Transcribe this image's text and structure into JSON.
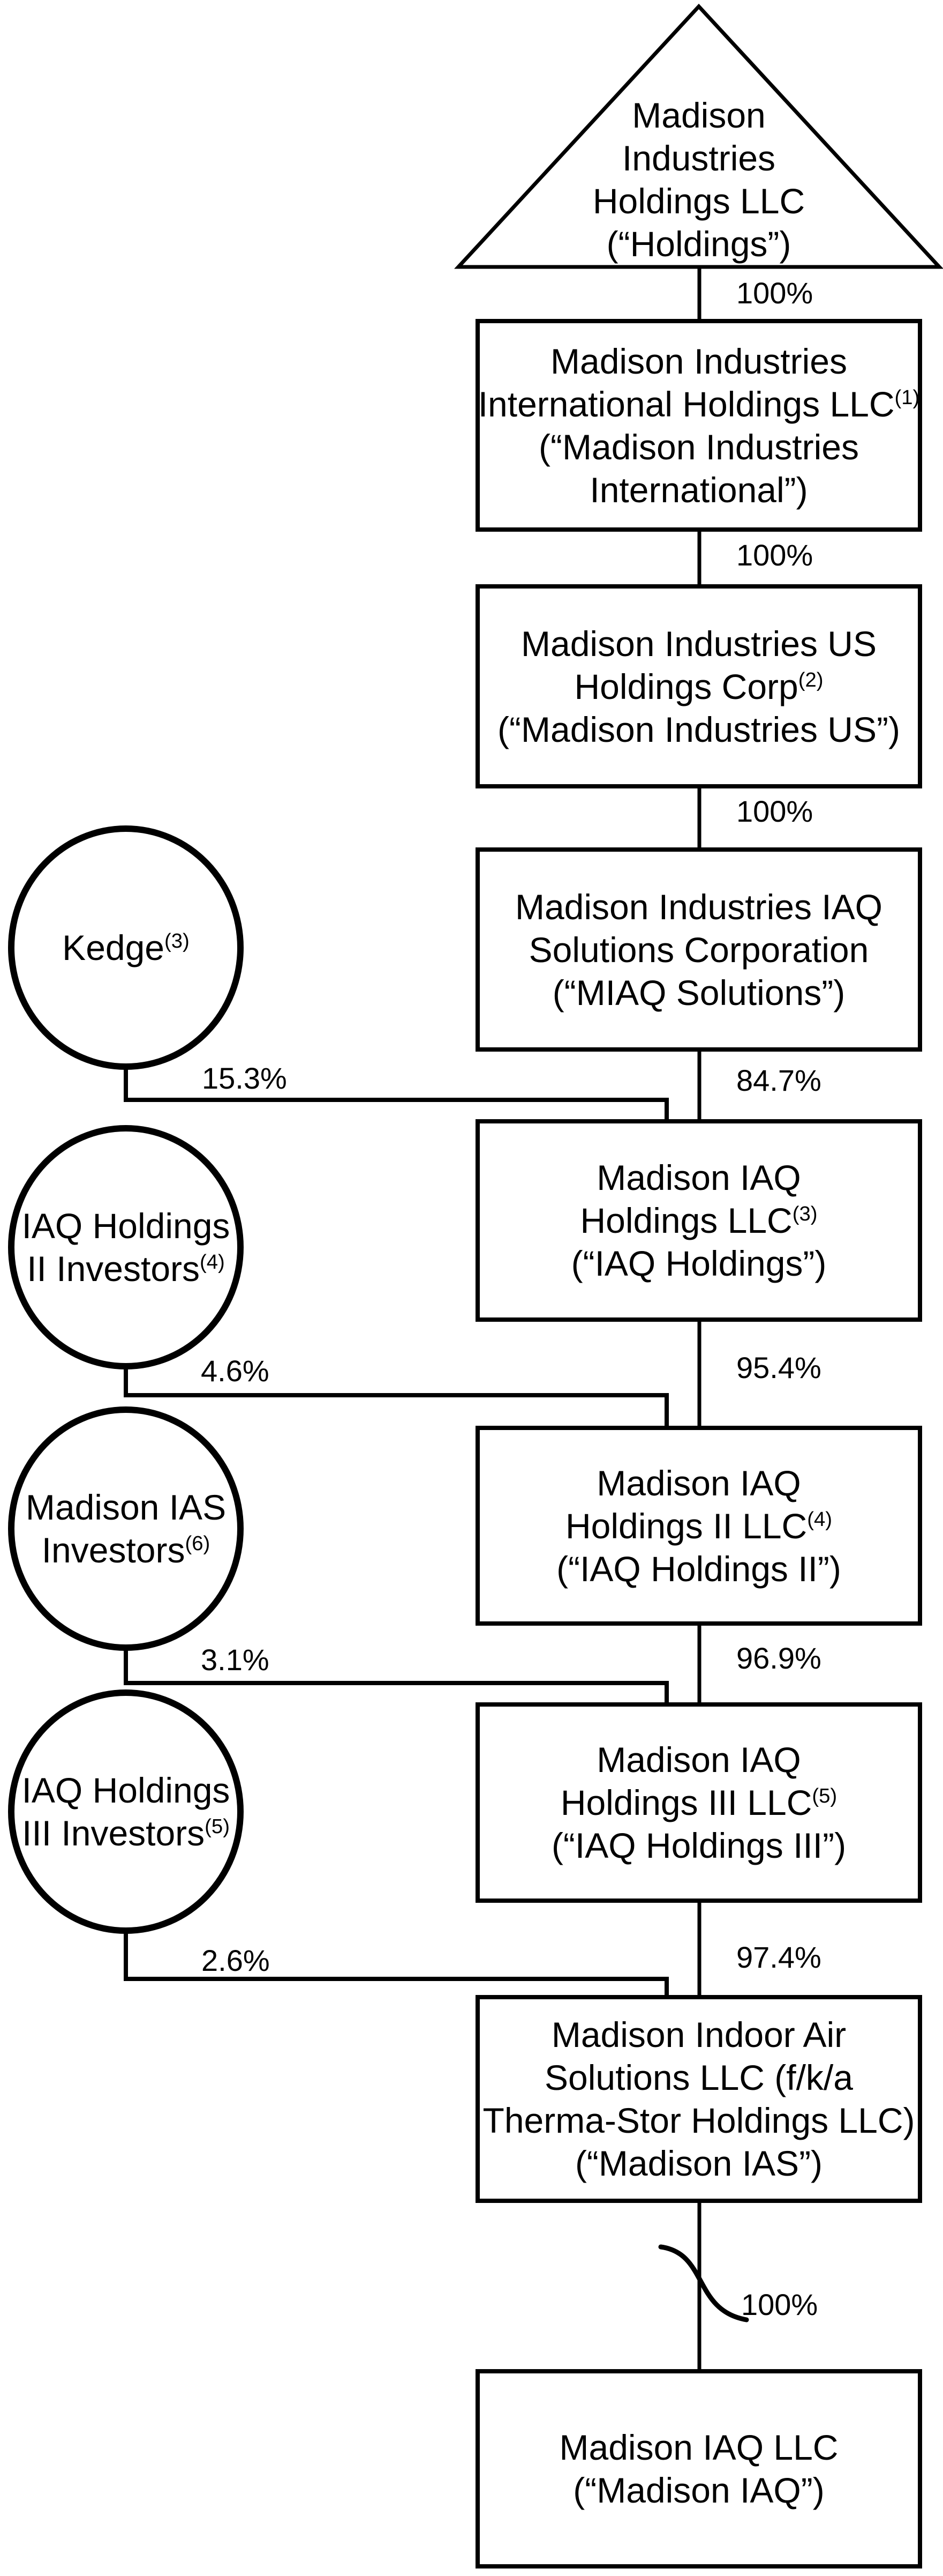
{
  "diagram": {
    "type": "corporate-ownership-structure",
    "colors": {
      "ink": "#000000",
      "paper": "#ffffff"
    },
    "nodes": {
      "holdings": {
        "shape": "triangle",
        "lines": [
          {
            "text": "Madison"
          },
          {
            "text": "Industries"
          },
          {
            "text": "Holdings LLC"
          },
          {
            "text": "(“Holdings”)"
          }
        ]
      },
      "madison_industries_international": {
        "shape": "rect",
        "lines": [
          {
            "text": "Madison Industries"
          },
          {
            "text": "International Holdings LLC",
            "sup": "(1)"
          },
          {
            "text": "(“Madison Industries"
          },
          {
            "text": "International”)"
          }
        ]
      },
      "madison_industries_us": {
        "shape": "rect",
        "lines": [
          {
            "text": "Madison Industries US"
          },
          {
            "text": "Holdings Corp",
            "sup": "(2)"
          },
          {
            "text": "(“Madison Industries US”)"
          }
        ]
      },
      "miaq_solutions": {
        "shape": "rect",
        "lines": [
          {
            "text": "Madison Industries IAQ"
          },
          {
            "text": "Solutions Corporation"
          },
          {
            "text": "(“MIAQ Solutions”)"
          }
        ]
      },
      "iaq_holdings": {
        "shape": "rect",
        "lines": [
          {
            "text": "Madison IAQ"
          },
          {
            "text": "Holdings LLC",
            "sup": "(3)"
          },
          {
            "text": "(“IAQ Holdings”)"
          }
        ]
      },
      "iaq_holdings_ii": {
        "shape": "rect",
        "lines": [
          {
            "text": "Madison IAQ"
          },
          {
            "text": "Holdings II LLC",
            "sup": "(4)"
          },
          {
            "text": "(“IAQ Holdings II”)"
          }
        ]
      },
      "iaq_holdings_iii": {
        "shape": "rect",
        "lines": [
          {
            "text": "Madison IAQ"
          },
          {
            "text": "Holdings III LLC",
            "sup": "(5)"
          },
          {
            "text": "(“IAQ Holdings III”)"
          }
        ]
      },
      "madison_ias": {
        "shape": "rect",
        "lines": [
          {
            "text": "Madison Indoor Air"
          },
          {
            "text": "Solutions LLC (f/k/a"
          },
          {
            "text": "Therma-Stor Holdings LLC)"
          },
          {
            "text": "(“Madison IAS”)"
          }
        ]
      },
      "madison_iaq": {
        "shape": "rect",
        "lines": [
          {
            "text": "Madison IAQ LLC"
          },
          {
            "text": "(“Madison IAQ”)"
          }
        ]
      },
      "kedge": {
        "shape": "ellipse",
        "lines": [
          {
            "text": "Kedge",
            "sup": "(3)"
          }
        ]
      },
      "iaq_holdings_ii_investors": {
        "shape": "ellipse",
        "lines": [
          {
            "text": "IAQ Holdings"
          },
          {
            "text": "II Investors",
            "sup": "(4)"
          }
        ]
      },
      "madison_ias_investors": {
        "shape": "ellipse",
        "lines": [
          {
            "text": "Madison IAS"
          },
          {
            "text": "Investors",
            "sup": "(6)"
          }
        ]
      },
      "iaq_holdings_iii_investors": {
        "shape": "ellipse",
        "lines": [
          {
            "text": "IAQ Holdings"
          },
          {
            "text": "III Investors",
            "sup": "(5)"
          }
        ]
      }
    },
    "ownership_labels": {
      "holdings_to_international": "100%",
      "international_to_us": "100%",
      "us_to_miaq_solutions": "100%",
      "miaq_solutions_to_iaq_holdings": "84.7%",
      "kedge_to_iaq_holdings": "15.3%",
      "iaq_holdings_to_iaq_holdings_ii": "95.4%",
      "investors_ii_to_iaq_holdings_ii": "4.6%",
      "iaq_holdings_ii_to_iaq_holdings_iii": "96.9%",
      "ias_investors_to_iaq_holdings_iii": "3.1%",
      "iaq_holdings_iii_to_madison_ias": "97.4%",
      "investors_iii_to_madison_ias": "2.6%",
      "madison_ias_to_madison_iaq": "100%"
    }
  }
}
